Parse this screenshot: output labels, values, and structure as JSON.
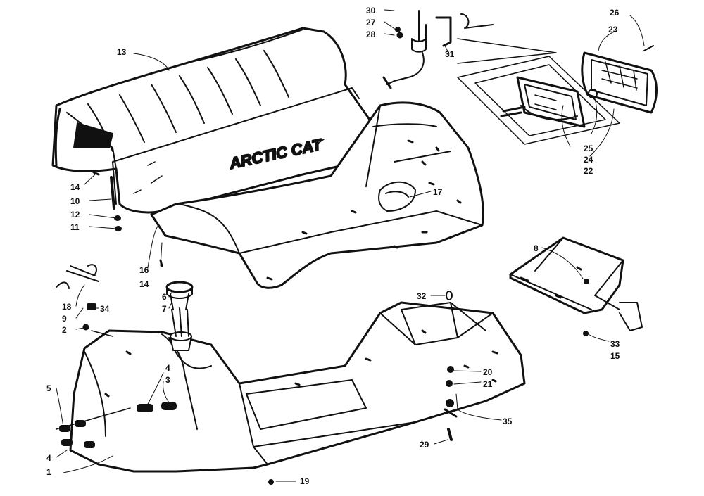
{
  "title": "",
  "brand_text": "ARCTIC CAT",
  "callouts": {
    "c1": "1",
    "c2": "2",
    "c3": "3",
    "c4a": "4",
    "c4b": "4",
    "c5": "5",
    "c6": "6",
    "c7": "7",
    "c8": "8",
    "c9": "9",
    "c10": "10",
    "c11": "11",
    "c12": "12",
    "c13": "13",
    "c14a": "14",
    "c14b": "14",
    "c15": "15",
    "c16": "16",
    "c17": "17",
    "c18": "18",
    "c19": "19",
    "c20": "20",
    "c21": "21",
    "c22": "22",
    "c23": "23",
    "c24": "24",
    "c25": "25",
    "c26": "26",
    "c27": "27",
    "c28": "28",
    "c29": "29",
    "c30": "30",
    "c31": "31",
    "c32": "32",
    "c33": "33",
    "c34": "34",
    "c35": "35"
  },
  "colors": {
    "ink": "#111111",
    "paper": "#ffffff"
  }
}
